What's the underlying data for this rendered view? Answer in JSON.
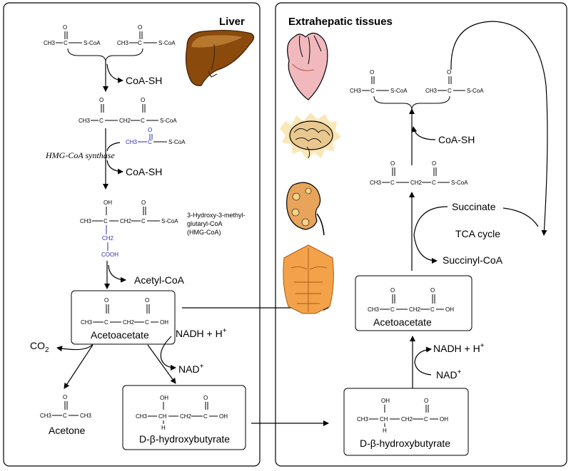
{
  "panels": {
    "liver": "Liver",
    "extrahepatic": "Extrahepatic tissues"
  },
  "chem_labels": {
    "ch3": "CH3",
    "ch2": "CH2",
    "o": "O",
    "oh": "OH",
    "h": "H",
    "ch": "CH",
    "scoa": "S-CoA",
    "cooh": "COOH"
  },
  "liver": {
    "coash_1": "CoA-SH",
    "enzyme": "HMG-CoA synthase",
    "coash_2": "CoA-SH",
    "hmg_label_1": "3-Hydroxy-3-methyl-",
    "hmg_label_2": "glutaryl-CoA",
    "hmg_label_3": "(HMG-CoA)",
    "acetyl_coa": "Acetyl-CoA",
    "acetoacetate": "Acetoacetate",
    "nadh": "NADH + H",
    "plus": "+",
    "nad": "NAD",
    "co2": "CO",
    "co2_sub": "2",
    "acetone": "Acetone",
    "hydroxybutyrate": "D-β-hydroxybutyrate"
  },
  "extra": {
    "coash": "CoA-SH",
    "succinate": "Succinate",
    "tca": "TCA cycle",
    "succinyl_coa": "Succinyl-CoA",
    "acetoacetate": "Acetoacetate",
    "nadh": "NADH + H",
    "plus": "+",
    "nad": "NAD",
    "hydroxybutyrate": "D-β-hydroxybutyrate"
  },
  "organs": [
    "liver-icon",
    "heart-icon",
    "brain-icon",
    "kidney-icon",
    "muscle-torso-icon"
  ],
  "colors": {
    "backbone_highlight": "#2b2bb3",
    "liver_organ": "#8a4a0c",
    "heart": "#f1b9bd",
    "brain": "#e9c890",
    "kidney": "#e8a45a",
    "muscle": "#f3a24a"
  }
}
